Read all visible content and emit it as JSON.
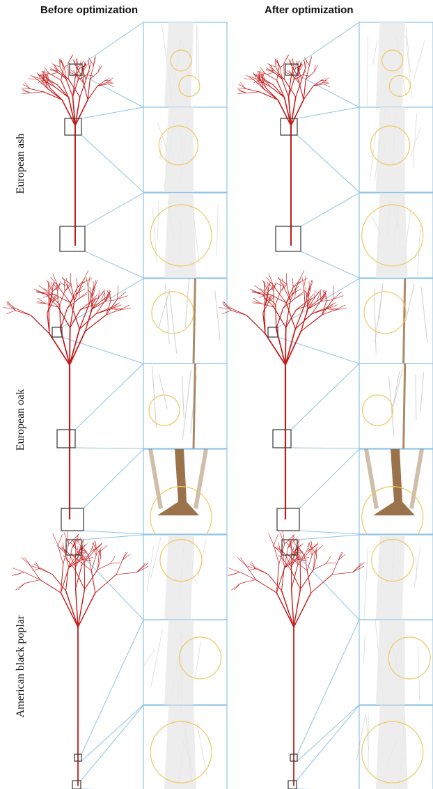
{
  "columns": [
    {
      "title": "Before optimization"
    },
    {
      "title": "After optimization"
    }
  ],
  "rows": [
    {
      "label": "European ash"
    },
    {
      "label": "European oak"
    },
    {
      "label": "American black poplar"
    }
  ],
  "colors": {
    "skeleton": "#c41a1a",
    "connector": "#8ec3e6",
    "highlight": "#f0c75e",
    "bark": "#8a5a2b",
    "box": "#333333"
  }
}
